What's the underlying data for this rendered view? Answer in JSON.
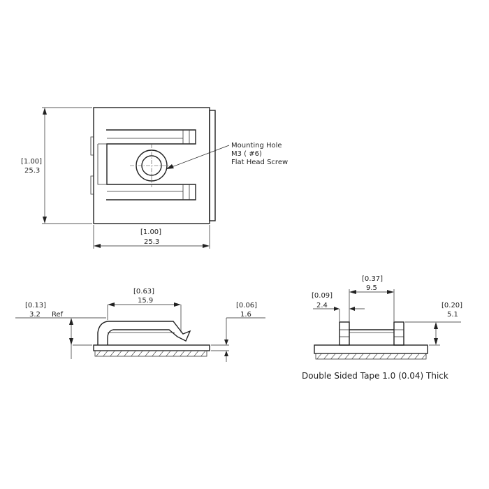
{
  "top_view": {
    "height_in": "[1.00]",
    "height_mm": "25.3",
    "width_in": "[1.00]",
    "width_mm": "25.3",
    "note_line1": "Mounting Hole",
    "note_line2": "M3 ( #6)",
    "note_line3": "Flat Head Screw"
  },
  "side_view": {
    "length_in": "[0.63]",
    "length_mm": "15.9",
    "height_in": "[0.13]",
    "height_mm": "3.2",
    "height_ref": "Ref",
    "base_in": "[0.06]",
    "base_mm": "1.6"
  },
  "end_view": {
    "gap_in": "[0.37]",
    "gap_mm": "9.5",
    "post_in": "[0.09]",
    "post_mm": "2.4",
    "height_in": "[0.20]",
    "height_mm": "5.1"
  },
  "caption": "Double Sided Tape 1.0 (0.04) Thick"
}
